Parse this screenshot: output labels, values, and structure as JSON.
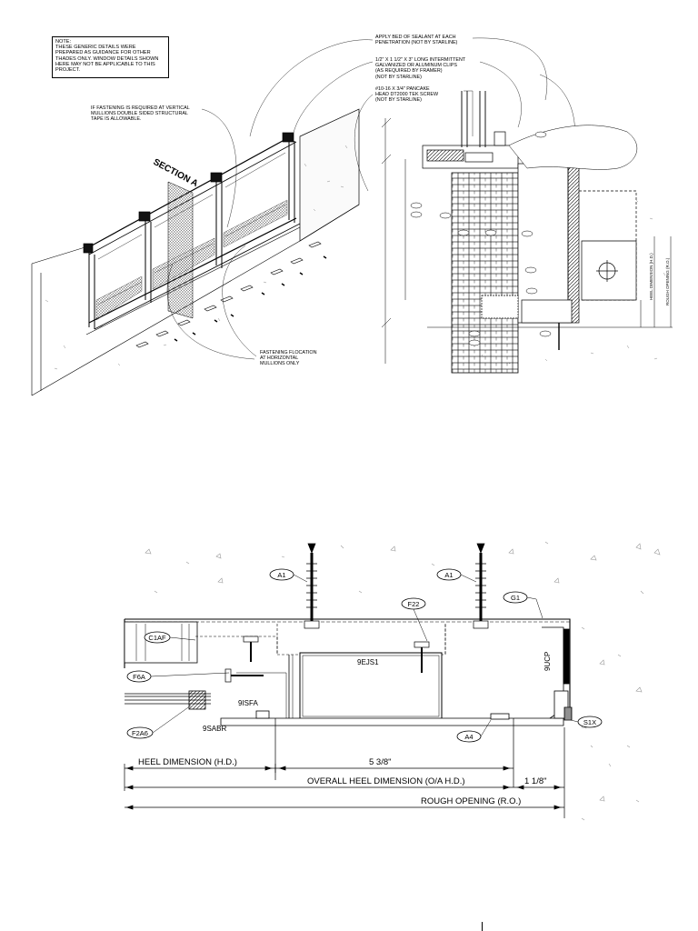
{
  "note": {
    "lines": [
      "NOTE:",
      "THESE GENERIC DETAILS WERE",
      "PREPARED AS GUIDANCE FOR OTHER",
      "THADES ONLY. WINDOW DETAILS SHOWN",
      "HERE MAY NOT BE APPLICABLE TO THIS",
      "PROJECT."
    ]
  },
  "iso": {
    "vertical_note": [
      "IF FASTENING IS REQUIRED AT VERTICAL",
      "MULLIONS DOUBLE SIDED STRUCTURAL",
      "TAPE IS ALLOWABLE."
    ],
    "section_label": "SECTION A",
    "horizontal_note": [
      "FASTENING FLOCATION",
      "AT HORIZONTAL",
      "MULLIONS ONLY"
    ]
  },
  "section_callouts": {
    "sealant": [
      "APPLY BED OF SEALANT AT EACH",
      "PENETRATION (NOT BY STARLINE)"
    ],
    "clips": [
      "1/2\" x 1 1/2\" x 3\" LONG INTERMITTENT",
      "GALVANIZED OR ALUMINUM CLIPS",
      "(AS REQUIRED BY FRAMER)",
      "(NOT BY STARLINE)"
    ],
    "screw": [
      "#10-16 x 3/4\" PANCAKE",
      "HEAD DT2000 TEK SCREW",
      "(NOT BY STARLINE)"
    ],
    "side_labels": [
      "HEEL DIMENSION (H.D.)",
      "ROUGH OPENING (R.O.)"
    ]
  },
  "detail": {
    "tags": {
      "a1_left": "A1",
      "a1_right": "A1",
      "f22": "F22",
      "g1": "G1",
      "c1af": "C1AF",
      "f6a": "F6A",
      "f2a6": "F2A6",
      "a4": "A4",
      "s1x": "S1X"
    },
    "parts": {
      "ejs": "9EJS1",
      "ucp": "9UCP",
      "isfa": "9ISFA",
      "sabr": "9SABR"
    },
    "dims": {
      "heel": "HEEL DIMENSION (H.D.)",
      "heel_value": "5 3/8\"",
      "overall": "OVERALL HEEL DIMENSION (O/A H.D.)",
      "overall_value": "1 1/8\"",
      "rough": "ROUGH OPENING (R.O.)"
    }
  }
}
